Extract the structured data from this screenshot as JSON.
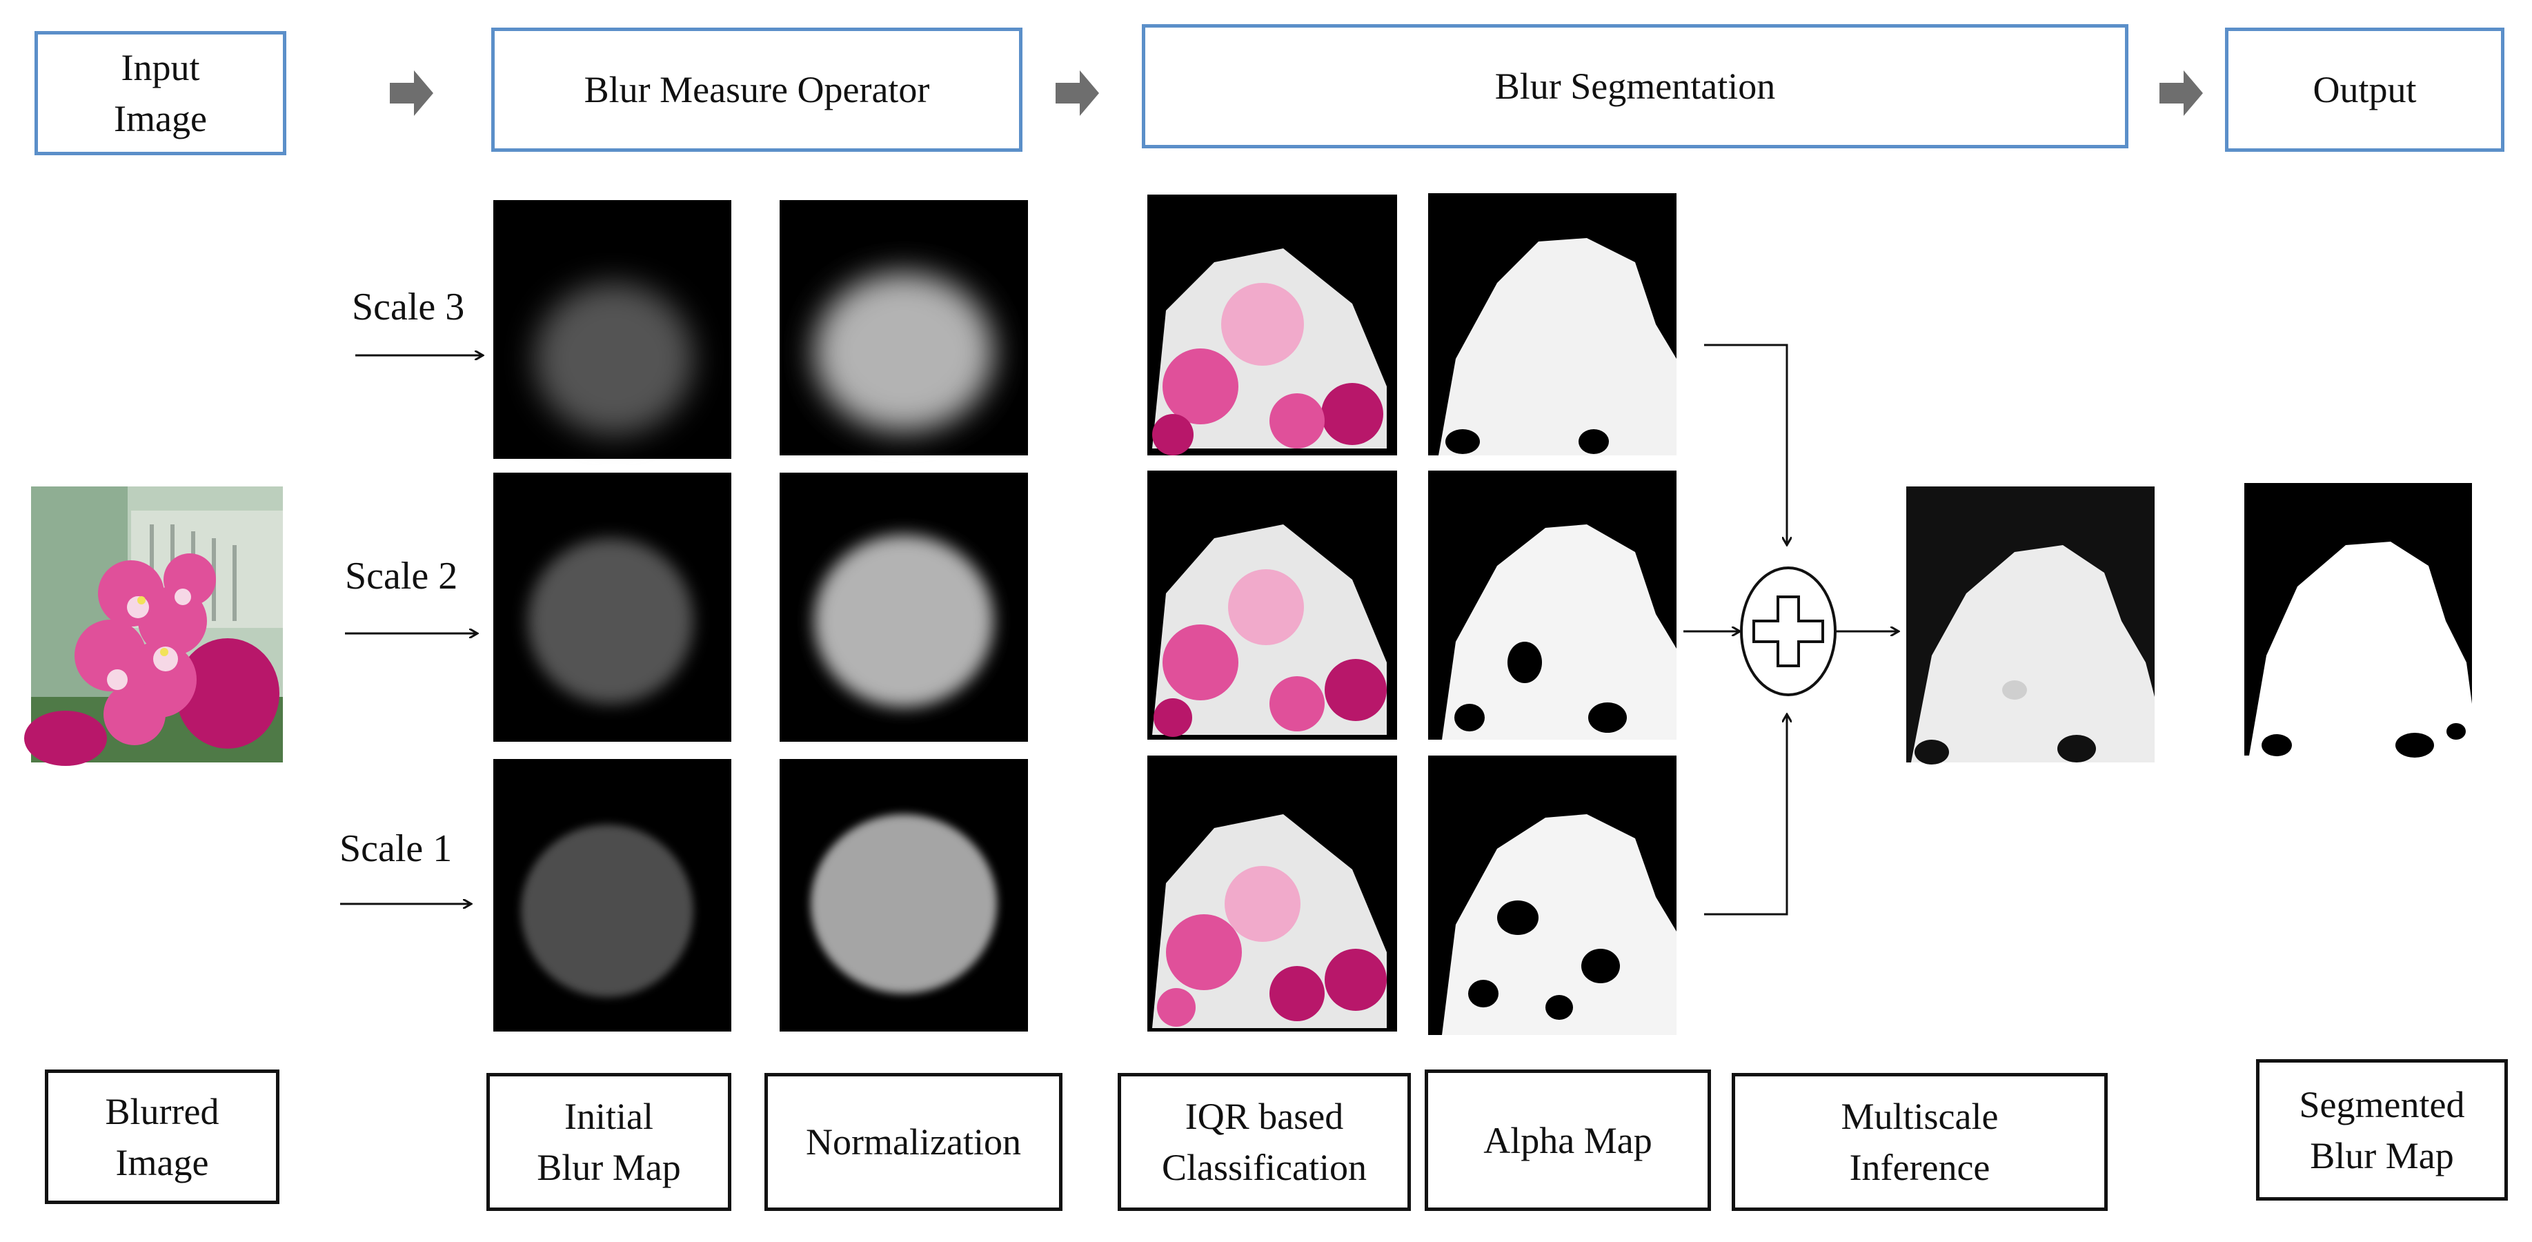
{
  "header": {
    "input": [
      "Input",
      "Image"
    ],
    "bmo": "Blur Measure Operator",
    "seg": "Blur Segmentation",
    "output": "Output"
  },
  "scales": [
    "Scale 3",
    "Scale 2",
    "Scale 1"
  ],
  "captions": {
    "blurred": [
      "Blurred",
      "Image"
    ],
    "initial": [
      "Initial",
      "Blur Map"
    ],
    "normalization": "Normalization",
    "iqr": [
      "IQR based",
      "Classification"
    ],
    "alpha": "Alpha Map",
    "multiscale": [
      "Multiscale",
      "Inference"
    ],
    "segmented": [
      "Segmented",
      "Blur Map"
    ]
  },
  "colors": {
    "header_border": "#5b8fc9",
    "arrow_gray": "#6e6e6e",
    "flower_pink": "#e0509a"
  }
}
